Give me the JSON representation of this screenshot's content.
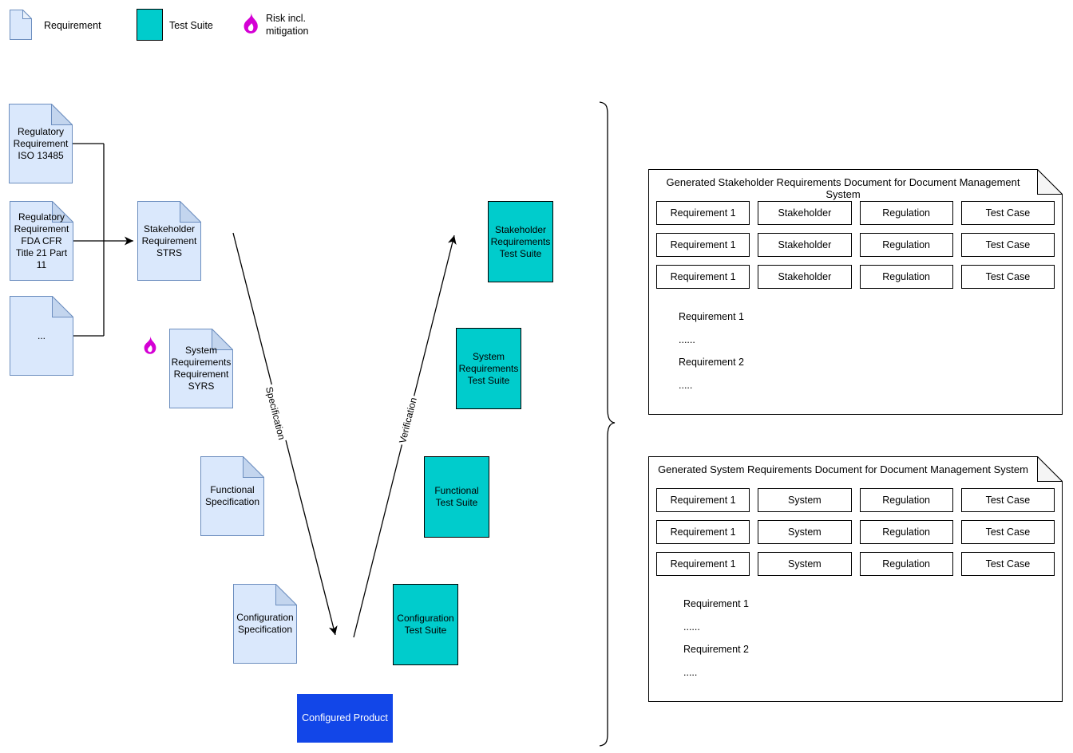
{
  "colors": {
    "document_fill": "#dae8fc",
    "document_stroke": "#6c8ebf",
    "document_fold": "#c3d5ee",
    "test_suite_fill": "#00cccc",
    "configured_product_fill": "#1246e8",
    "risk_flame": "#d400d4",
    "line": "#000000",
    "panel_fold": "#f5f5f5"
  },
  "legend": {
    "requirement": "Requirement",
    "test_suite": "Test Suite",
    "risk": "Risk incl.\nmitigation"
  },
  "nodes": {
    "reg_iso": "Regulatory Requirement ISO 13485",
    "reg_fda": "Regulatory Requirement FDA CFR Title 21 Part 11",
    "reg_more": "...",
    "strs": "Stakeholder Requirement STRS",
    "syrs": "System Requirements Requirement SYRS",
    "functional_spec": "Functional Specification",
    "configuration_spec": "Configuration Specification",
    "stakeholder_ts": "Stakeholder Requirements Test Suite",
    "system_ts": "System Requirements Test Suite",
    "functional_ts": "Functional Test Suite",
    "configuration_ts": "Configuration Test Suite",
    "configured_product": "Configured Product"
  },
  "edge_labels": {
    "specification": "Specification",
    "verification": "Verification"
  },
  "panels": [
    {
      "title": "Generated Stakeholder Requirements Document for Document Management System",
      "rows": [
        [
          "Requirement 1",
          "Stakeholder",
          "Regulation",
          "Test Case"
        ],
        [
          "Requirement 1",
          "Stakeholder",
          "Regulation",
          "Test Case"
        ],
        [
          "Requirement 1",
          "Stakeholder",
          "Regulation",
          "Test Case"
        ]
      ],
      "body": [
        "Requirement 1",
        "......",
        "Requirement 2",
        "....."
      ]
    },
    {
      "title": "Generated System Requirements Document for Document Management System",
      "rows": [
        [
          "Requirement 1",
          "System",
          "Regulation",
          "Test Case"
        ],
        [
          "Requirement 1",
          "System",
          "Regulation",
          "Test Case"
        ],
        [
          "Requirement 1",
          "System",
          "Regulation",
          "Test Case"
        ]
      ],
      "body": [
        "Requirement 1",
        "......",
        "Requirement 2",
        "....."
      ]
    }
  ]
}
